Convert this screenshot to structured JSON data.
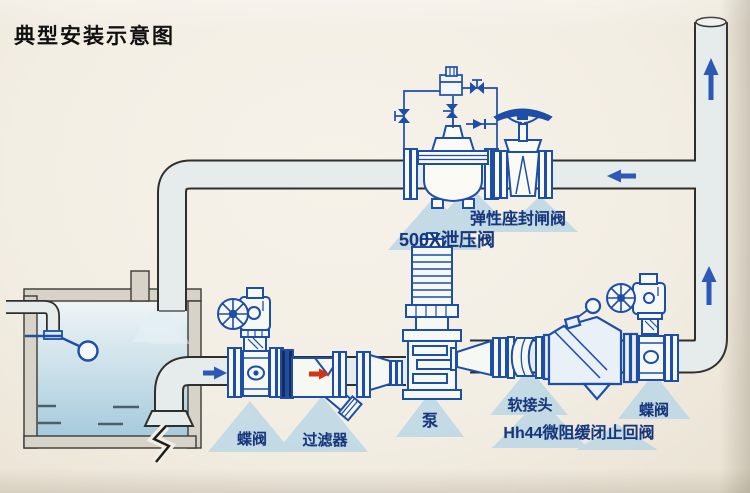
{
  "title": "典型安装示意图",
  "labels": {
    "relief_valve": "500X泄压阀",
    "gate_valve": "弹性座封闸阀",
    "butterfly_valve_left": "蝶阀",
    "strainer": "过滤器",
    "pump": "泵",
    "flexible_joint": "软接头",
    "check_valve": "Hh44微阻缓闭止回阀",
    "butterfly_valve_right": "蝶阀"
  },
  "flow_arrows": [
    {
      "location": "riser-top",
      "direction": "up",
      "color": "#2b59b5"
    },
    {
      "location": "riser-middle",
      "direction": "up",
      "color": "#2b59b5"
    },
    {
      "location": "top-return-pipe",
      "direction": "left",
      "color": "#2b59b5"
    },
    {
      "location": "tank-outlet-pipe",
      "direction": "right",
      "color": "#2b59b5"
    },
    {
      "location": "strainer-inlet",
      "direction": "right",
      "color": "#d23418"
    }
  ],
  "colors": {
    "background": "#f3eee4",
    "line_art_blue": "#1d4ea8",
    "pipe_fill": "#e6ebec",
    "pipe_outline": "#2f2f2c",
    "tank_wall": "#d7d3c8",
    "water_top": "#eef4f6",
    "water_bottom": "#a6cbdd",
    "label_text": "#17377d",
    "label_triangle": "#b7d6e6",
    "red_arrow": "#d23418",
    "title_text": "#101010"
  }
}
